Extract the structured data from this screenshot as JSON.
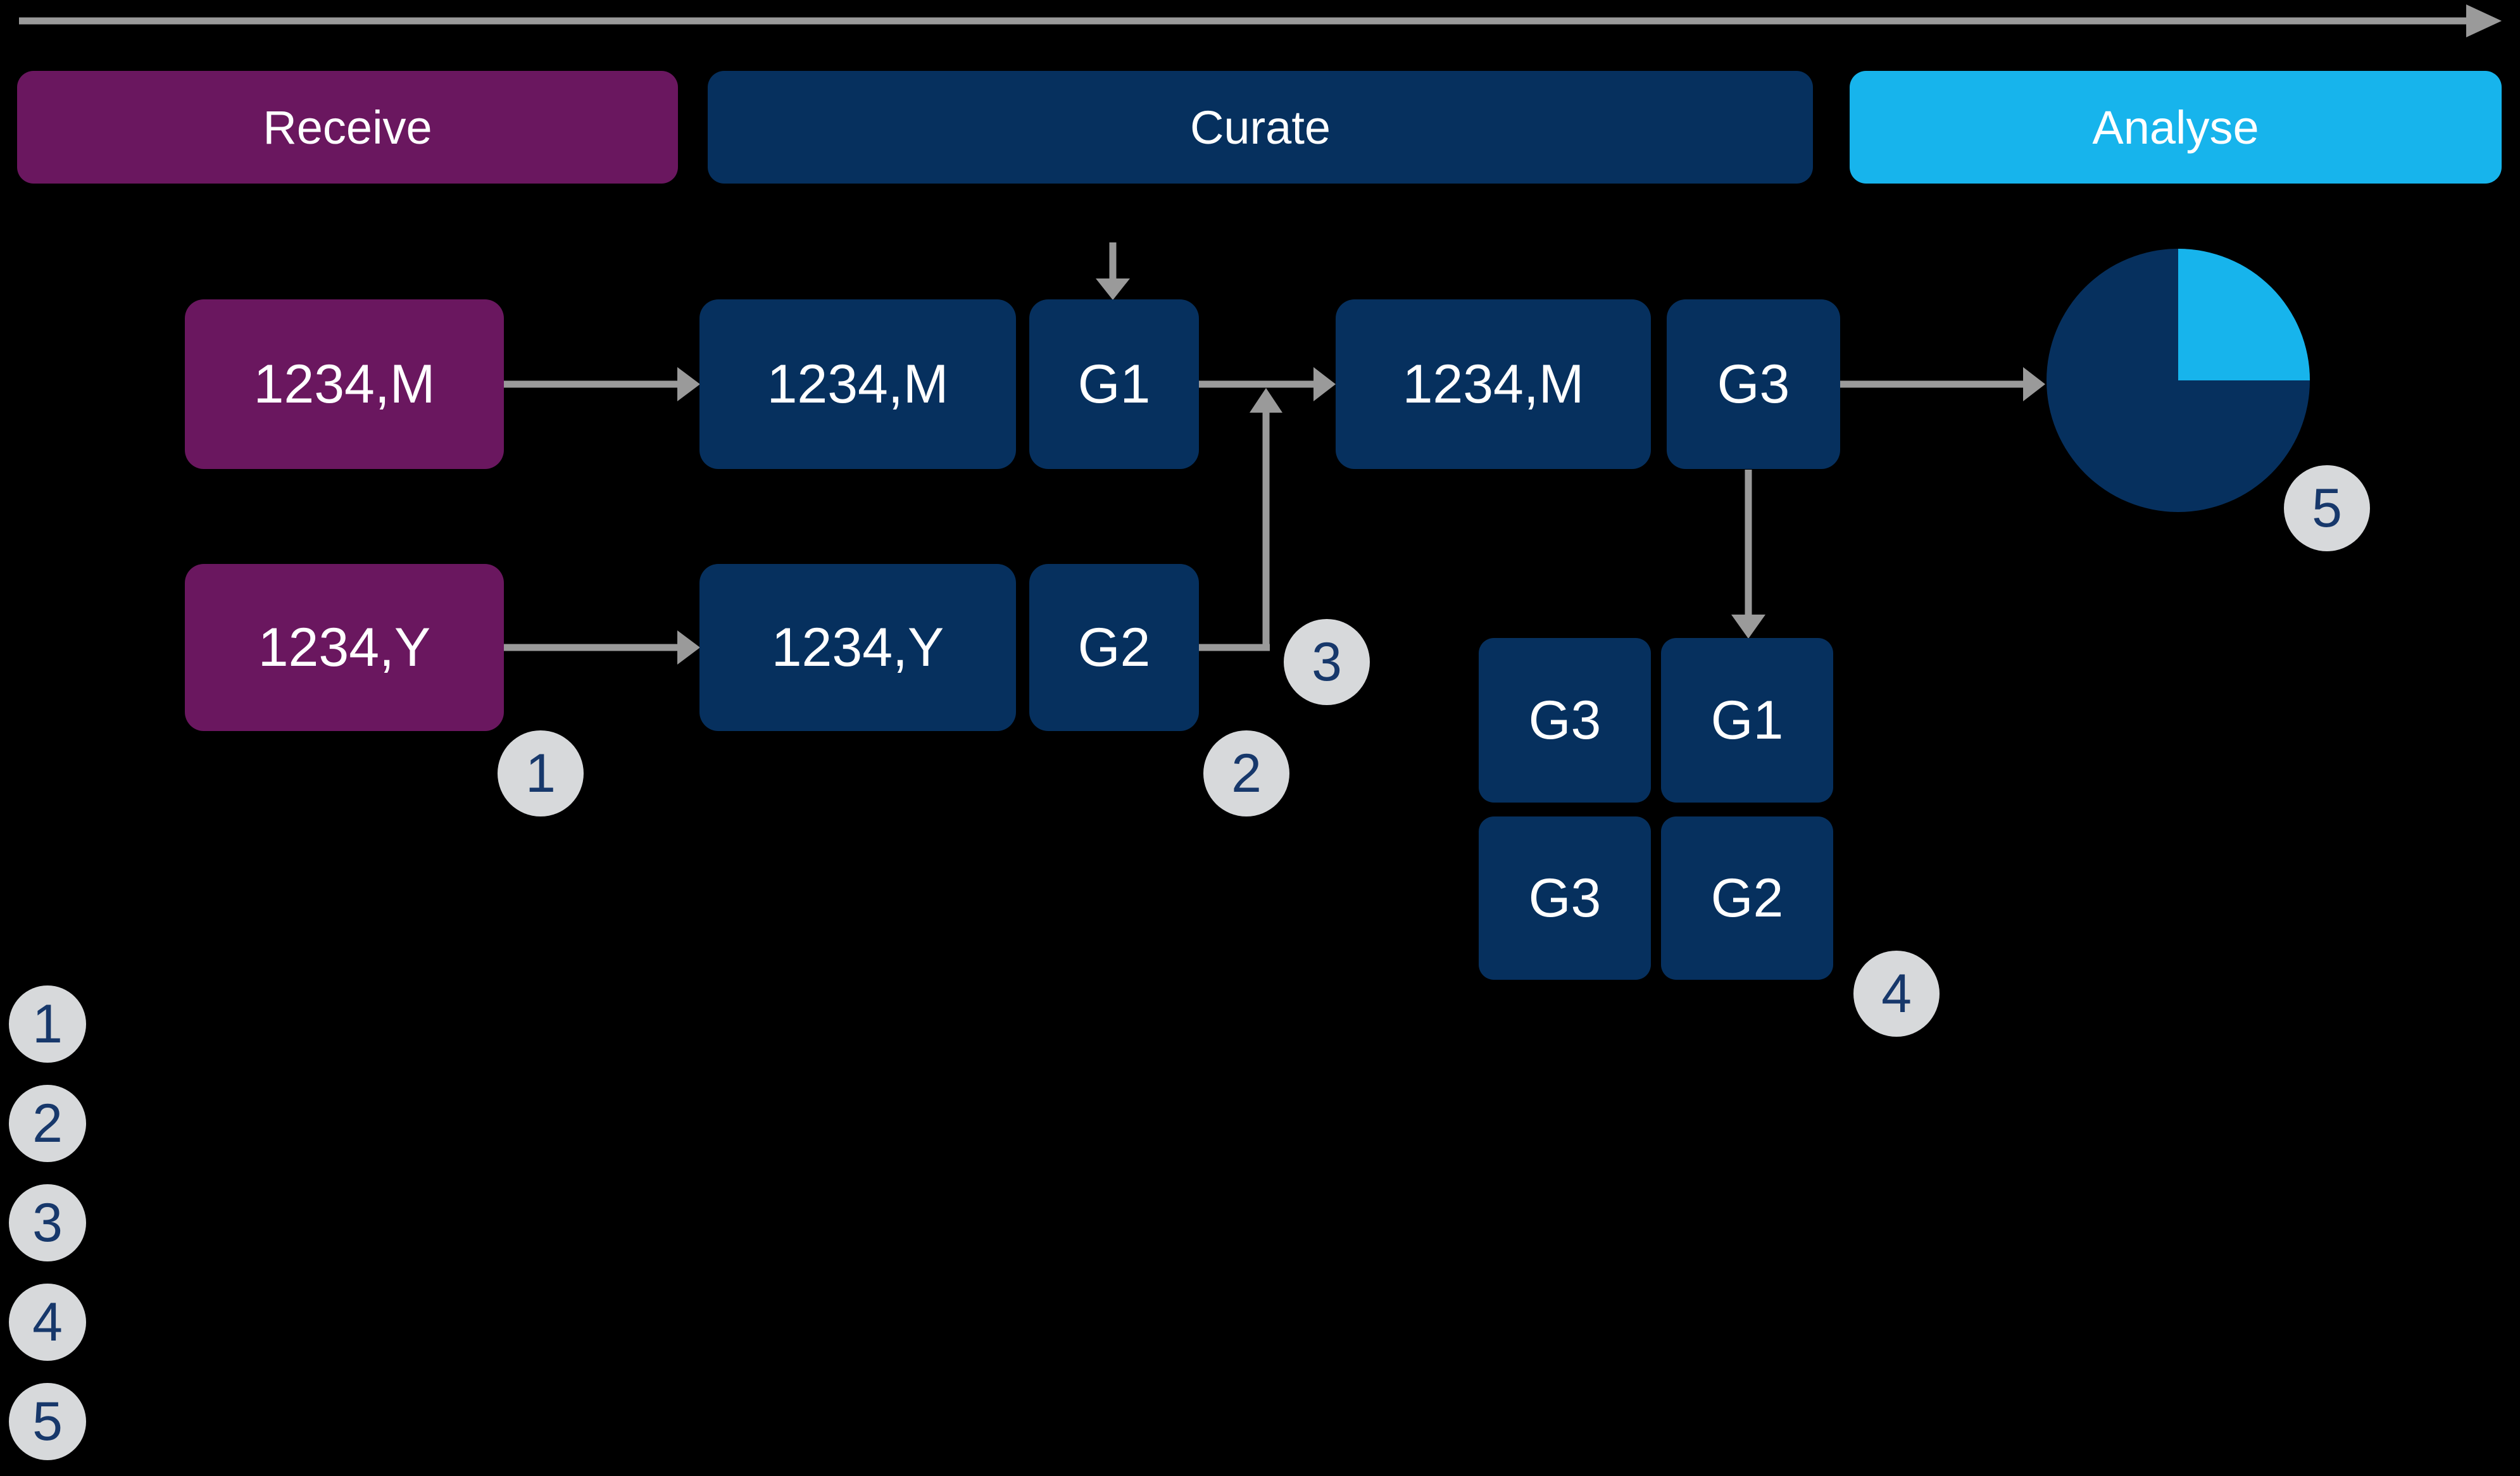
{
  "colors": {
    "purple": "#6A175F",
    "navy": "#06305E",
    "cyan": "#17B4EC",
    "arrow": "#9A9A9A",
    "chip": "#D7D9DB",
    "chip_text": "#17386B",
    "label_text": "#FFFFFF",
    "background": "#000000"
  },
  "stages": [
    {
      "label": "Receive"
    },
    {
      "label": "Curate"
    },
    {
      "label": "Analyse"
    }
  ],
  "flow": {
    "receive_m": "1234,M",
    "receive_y": "1234,Y",
    "curate_m": "1234,M",
    "curate_m_tag": "G1",
    "curate_y": "1234,Y",
    "curate_y_tag": "G2",
    "merged": "1234,M",
    "merged_tag": "G3",
    "grid": [
      [
        "G3",
        "G1"
      ],
      [
        "G3",
        "G2"
      ]
    ]
  },
  "pie": {
    "type": "pie",
    "slices": [
      {
        "label": "dark",
        "value": 75,
        "color": "#06305E"
      },
      {
        "label": "light",
        "value": 25,
        "color": "#17B4EC"
      }
    ]
  },
  "step_markers": [
    "1",
    "2",
    "3",
    "4",
    "5"
  ],
  "legend_markers": [
    "1",
    "2",
    "3",
    "4",
    "5"
  ]
}
